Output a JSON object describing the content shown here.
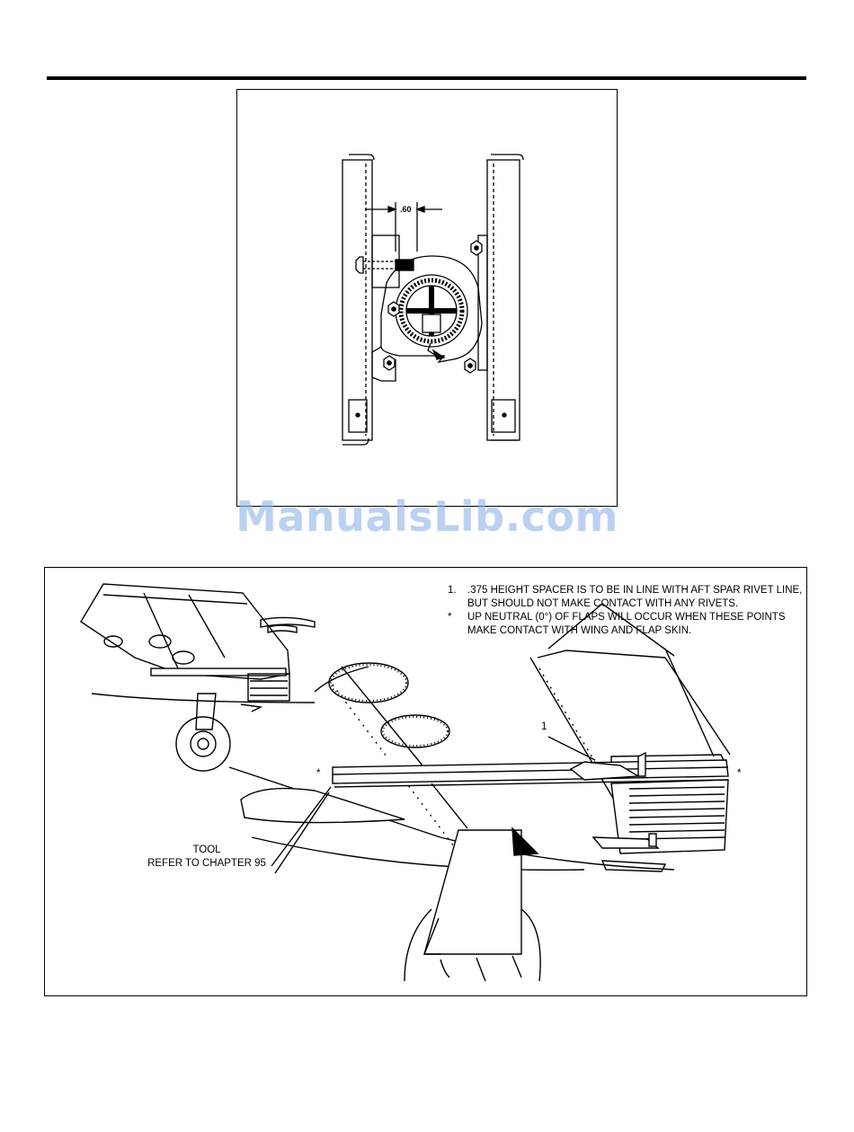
{
  "top_figure": {
    "dimension_label": ".60"
  },
  "watermark": "ManualsLib.com",
  "bottom_figure": {
    "notes": [
      {
        "marker": "1.",
        "text": ".375 HEIGHT SPACER IS TO BE IN LINE WITH AFT SPAR RIVET LINE, BUT SHOULD NOT MAKE CONTACT WITH ANY RIVETS."
      },
      {
        "marker": "*",
        "text": "UP NEUTRAL (0°) OF FLAPS WILL OCCUR WHEN THESE POINTS MAKE CONTACT WITH WING AND FLAP SKIN."
      }
    ],
    "callout_number": "1",
    "tool_label_line1": "TOOL",
    "tool_label_line2": "REFER TO CHAPTER 95",
    "star_left": "*",
    "star_right": "*"
  }
}
